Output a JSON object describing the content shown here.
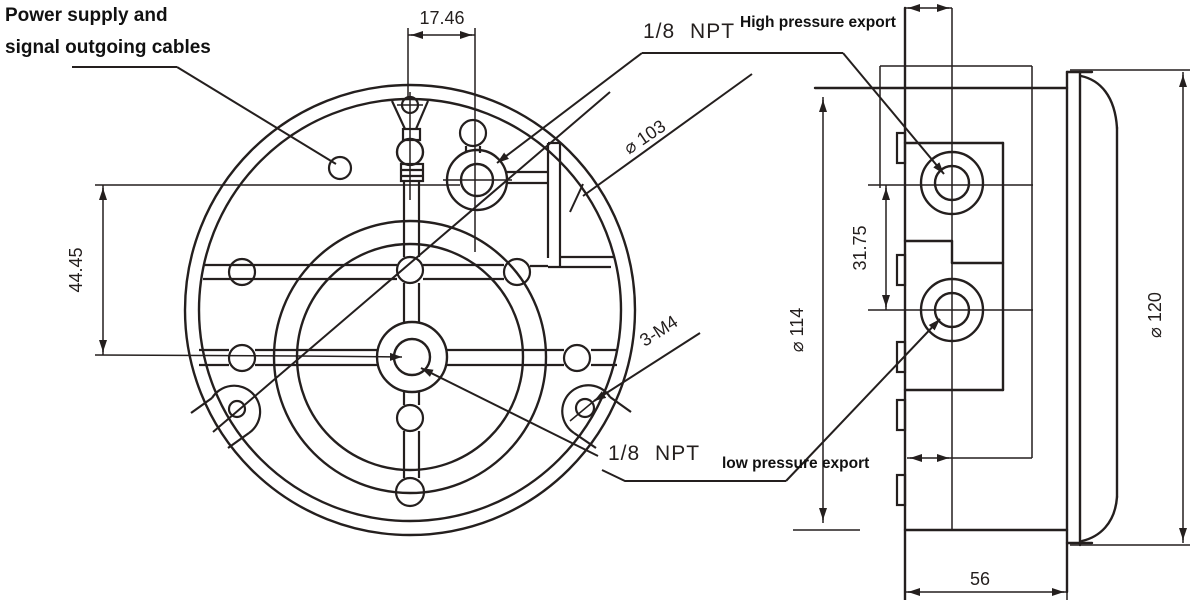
{
  "drawing": {
    "title_annotation_line1": "Power supply and",
    "title_annotation_line2": "signal outgoing cables",
    "labels": {
      "npt_high": "1/8 NPT",
      "high_pressure_export": "High pressure export",
      "npt_low": "1/8 NPT",
      "low_pressure_export": "low pressure export",
      "thread_callout": "3-M4"
    },
    "dimensions": {
      "cable_port_offset": "17.46",
      "port_vertical_offset": "44.45",
      "bolt_circle_diameter": "⌀ 103",
      "body_diameter": "⌀ 114",
      "flange_diameter": "⌀ 120",
      "port_spacing": "31.75",
      "body_depth": "56"
    },
    "line_color": "#241f1e",
    "background_color": "#ffffff"
  }
}
